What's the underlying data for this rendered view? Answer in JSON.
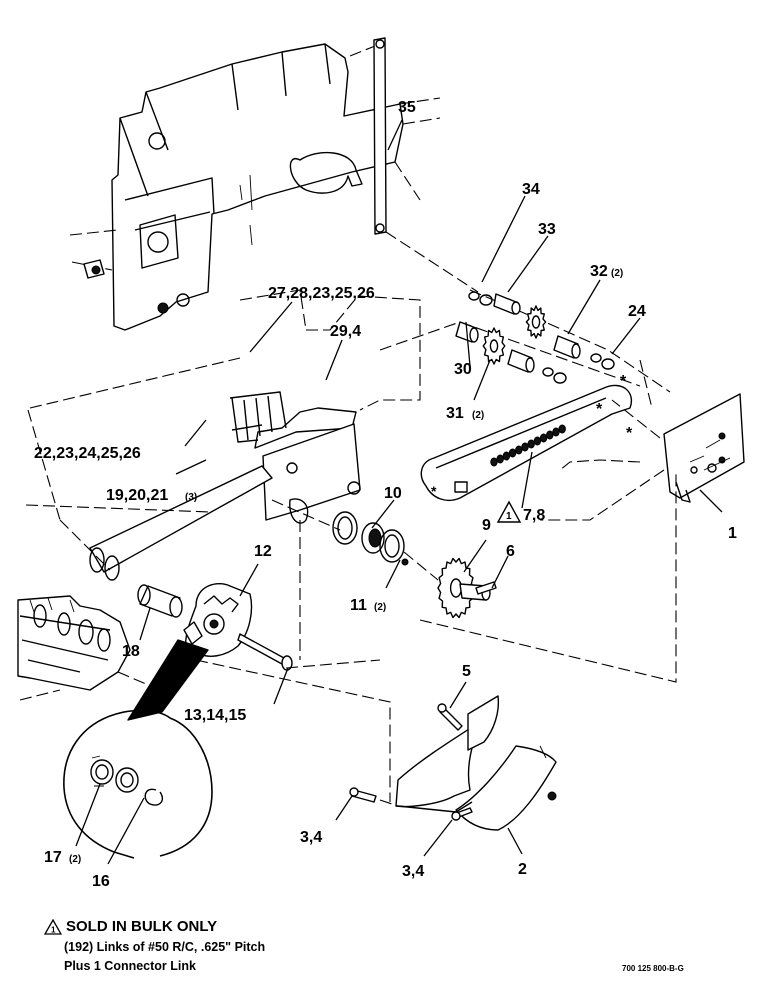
{
  "callouts": {
    "c35": "35",
    "c34": "34",
    "c33": "33",
    "c32": "32",
    "c32q": "(2)",
    "c24": "24",
    "c27": "27,28,23,25,26",
    "c29": "29,4",
    "c30": "30",
    "c31": "31",
    "c31q": "(2)",
    "c22": "22,23,24,25,26",
    "c19": "19,20,21",
    "c19q": "(3)",
    "c10": "10",
    "c78": "7,8",
    "c78tri": "1",
    "c1": "1",
    "c9": "9",
    "c6": "6",
    "c12": "12",
    "c11": "11",
    "c11q": "(2)",
    "c18": "18",
    "c5": "5",
    "c13": "13,14,15",
    "c17": "17",
    "c17q": "(2)",
    "c16": "16",
    "c34b": "3,4",
    "c34c": "3,4",
    "c2": "2"
  },
  "notes": {
    "tri_num": "1",
    "heading": "SOLD IN BULK ONLY",
    "line1": "(192) Links of #50 R/C, .625\" Pitch",
    "line2": "Plus 1 Connector Link"
  },
  "drawing_code": "700 125 800-B-G"
}
